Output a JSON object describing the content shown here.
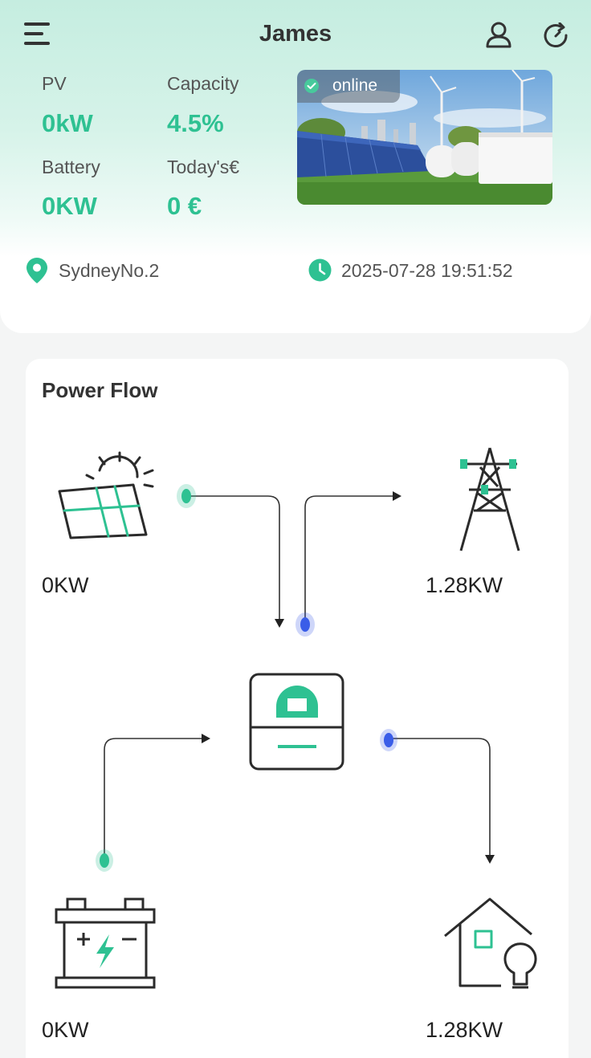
{
  "header": {
    "title": "James"
  },
  "stats": {
    "pv": {
      "label": "PV",
      "value": "0kW"
    },
    "capacity": {
      "label": "Capacity",
      "value": "4.5%"
    },
    "battery": {
      "label": "Battery",
      "value": "0KW"
    },
    "today": {
      "label": "Today's€",
      "value": "0 €"
    }
  },
  "status": {
    "label": "online"
  },
  "location": {
    "name": "SydneyNo.2"
  },
  "datetime": {
    "value": "2025-07-28 19:51:52"
  },
  "power_flow": {
    "title": "Power Flow",
    "solar": {
      "value": "0KW"
    },
    "grid": {
      "value": "1.28KW"
    },
    "battery": {
      "value": "0KW"
    },
    "home": {
      "value": "1.28KW"
    }
  },
  "colors": {
    "accent": "#2ec192",
    "flow_blue": "#3a5de8",
    "text_dark": "#333333",
    "header_tint": "#c5ede0"
  },
  "icons": {
    "menu": "menu-icon",
    "user": "user-icon",
    "refresh": "refresh-icon",
    "location": "location-pin-icon",
    "clock": "clock-icon",
    "solar": "solar-panel-icon",
    "grid": "power-tower-icon",
    "inverter": "inverter-icon",
    "battery": "battery-icon",
    "home": "home-bulb-icon"
  }
}
